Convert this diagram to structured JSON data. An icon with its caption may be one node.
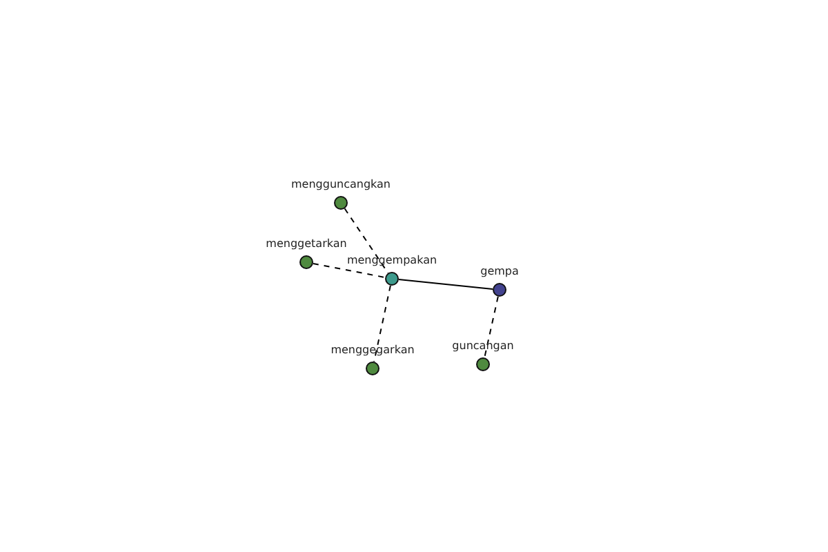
{
  "diagram": {
    "nodes": [
      {
        "text": [
          "mengguncangkan"
        ]
      },
      {
        "text": [
          "menggetarkan"
        ]
      },
      {
        "text": [
          "menggempakan"
        ]
      },
      {
        "text": [
          "gempa"
        ]
      },
      {
        "text": [
          "menggegarkan"
        ]
      },
      {
        "text": [
          "guncangan"
        ]
      }
    ],
    "edges": [
      {
        "from": 0,
        "to": 2,
        "arrow": "none",
        "style": "dashed"
      },
      {
        "from": 1,
        "to": 2,
        "arrow": "none",
        "style": "dashed"
      },
      {
        "from": 2,
        "to": 3,
        "arrow": "none"
      },
      {
        "from": 2,
        "to": 4,
        "arrow": "none",
        "style": "dashed"
      },
      {
        "from": 3,
        "to": 5,
        "arrow": "none",
        "style": "dashed"
      }
    ]
  }
}
